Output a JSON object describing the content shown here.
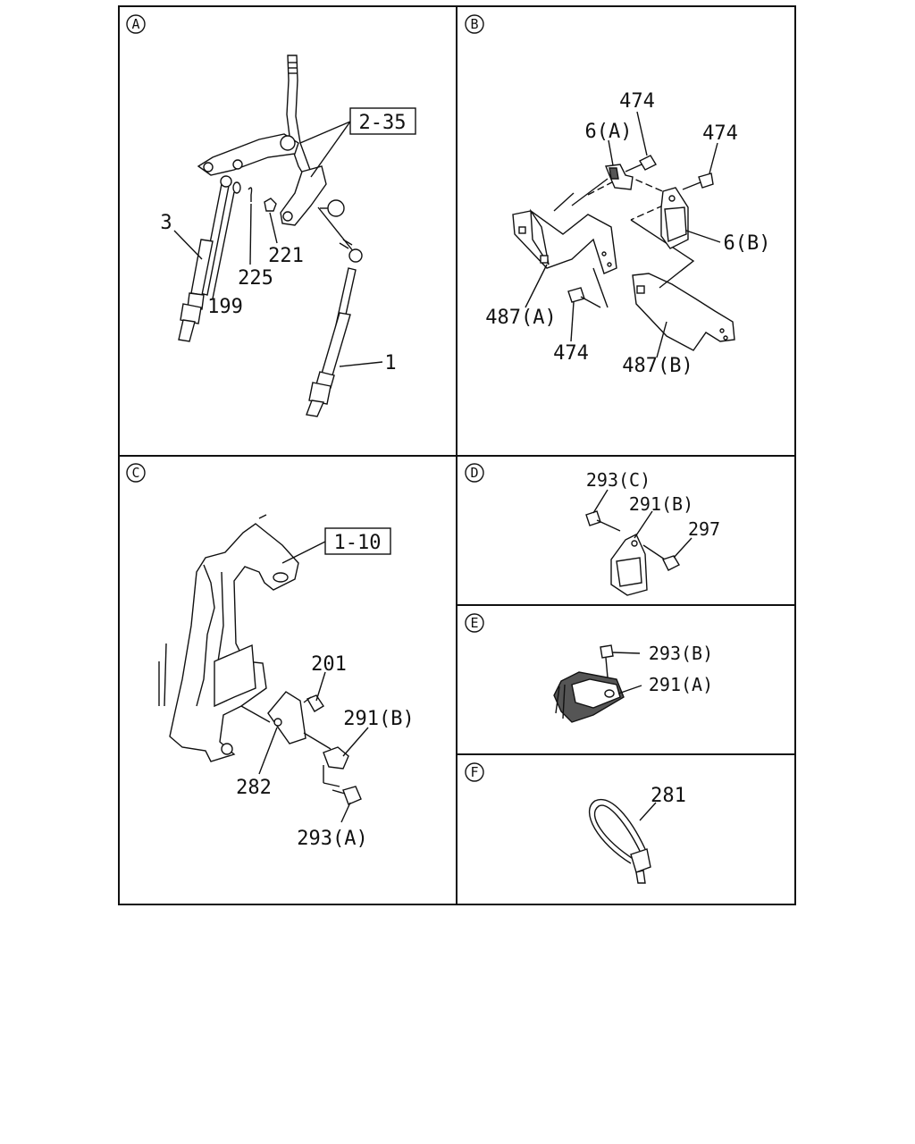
{
  "panels": {
    "A": {
      "id": "A",
      "ref": "2-35",
      "labels": {
        "l3": "3",
        "l199": "199",
        "l225": "225",
        "l221": "221",
        "l1": "1"
      }
    },
    "B": {
      "id": "B",
      "labels": {
        "l474a": "474",
        "l6a": "6(A)",
        "l474b": "474",
        "l6b": "6(B)",
        "l487a": "487(A)",
        "l474c": "474",
        "l487b": "487(B)"
      }
    },
    "C": {
      "id": "C",
      "ref": "1-10",
      "labels": {
        "l201": "201",
        "l291b": "291(B)",
        "l282": "282",
        "l293a": "293(A)"
      }
    },
    "D": {
      "id": "D",
      "labels": {
        "l293c": "293(C)",
        "l291b": "291(B)",
        "l297": "297"
      }
    },
    "E": {
      "id": "E",
      "labels": {
        "l293b": "293(B)",
        "l291a": "291(A)"
      }
    },
    "F": {
      "id": "F",
      "labels": {
        "l281": "281"
      }
    }
  }
}
